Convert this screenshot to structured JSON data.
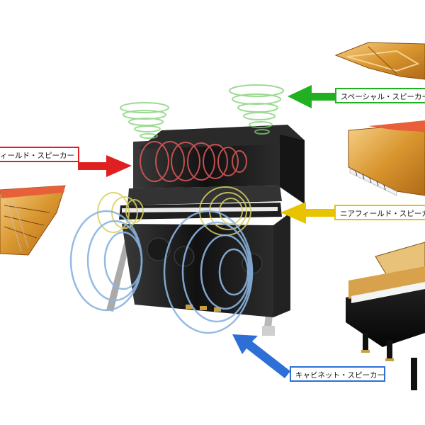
{
  "labels": {
    "far_field": "ィールド・スピーカー",
    "spatial": "スペーシャル・スピーカー",
    "near_field": "ニアフィールド・スピーカー",
    "cabinet": "キャビネット・スピーカー"
  },
  "colors": {
    "far_field": "#e02020",
    "spatial": "#20b020",
    "near_field": "#e8c400",
    "cabinet": "#2d6fd6",
    "piano_body": "#1a1a1a",
    "wood": "#d9962f"
  }
}
